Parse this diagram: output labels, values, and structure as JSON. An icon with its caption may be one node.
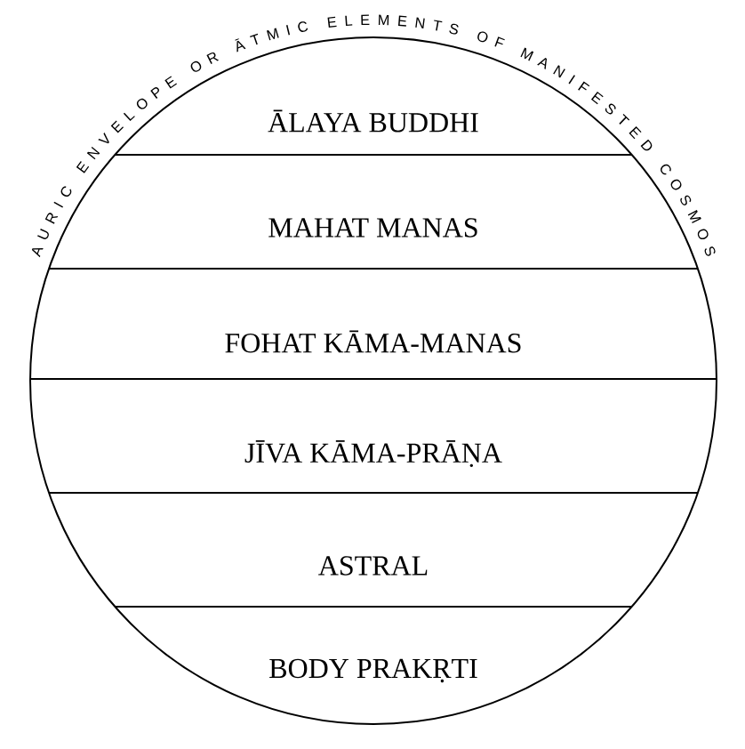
{
  "diagram": {
    "nodes": [
      {
        "text": [
          "AURIC ENVELOPE OR ĀTMIC ELEMENTS OF MANIFESTED COSMOS"
        ]
      },
      {
        "text": [
          "ĀLAYA BUDDHI"
        ],
        "in": 0
      },
      {
        "text": [
          "MAHAT MANAS"
        ],
        "in": 0
      },
      {
        "text": [
          "FOHAT KĀMA-MANAS"
        ],
        "in": 0
      },
      {
        "text": [
          "JĪVA KĀMA-PRĀṆA"
        ],
        "in": 0
      },
      {
        "text": [
          "ASTRAL"
        ],
        "in": 0
      },
      {
        "text": [
          "BODY PRAKṚTI"
        ],
        "in": 0
      }
    ]
  }
}
